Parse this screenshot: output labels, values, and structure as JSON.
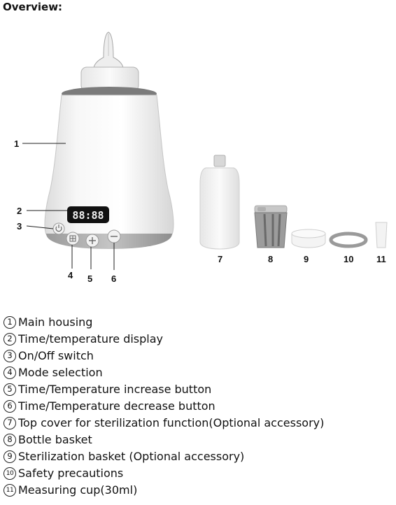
{
  "heading": "Overview:",
  "callouts": [
    "1",
    "2",
    "3",
    "4",
    "5",
    "6",
    "7",
    "8",
    "9",
    "10",
    "11"
  ],
  "display_digits": "88:88",
  "legend": [
    {
      "number": "1",
      "text": "Main housing"
    },
    {
      "number": "2",
      "text": "Time/temperature display"
    },
    {
      "number": "3",
      "text": "On/Off switch"
    },
    {
      "number": "4",
      "text": "Mode selection"
    },
    {
      "number": "5",
      "text": "Time/Temperature increase button"
    },
    {
      "number": "6",
      "text": "Time/Temperature decrease button"
    },
    {
      "number": "7",
      "text": "Top cover for sterilization function(Optional accessory)"
    },
    {
      "number": "8",
      "text": "Bottle basket"
    },
    {
      "number": "9",
      "text": "Sterilization basket (Optional accessory)"
    },
    {
      "number": "10",
      "text": "Safety precautions"
    },
    {
      "number": "11",
      "text": "Measuring cup(30ml)"
    }
  ]
}
